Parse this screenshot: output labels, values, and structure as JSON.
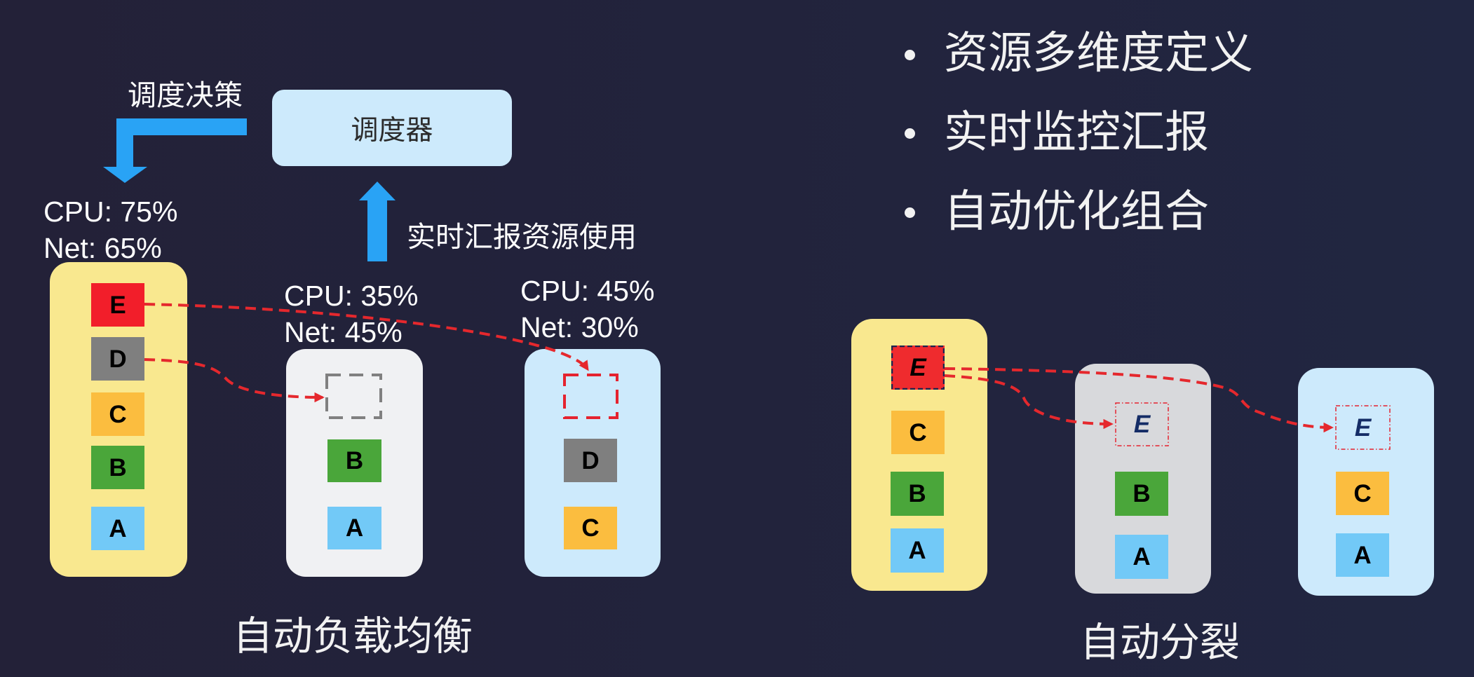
{
  "bullets": [
    {
      "text": "资源多维度定义"
    },
    {
      "text": "实时监控汇报"
    },
    {
      "text": "自动优化组合"
    }
  ],
  "load_balancing": {
    "title": "自动负载均衡",
    "scheduler": {
      "label": "调度器",
      "color": "#cdeafc"
    },
    "decision_label": "调度决策",
    "report_label": "实时汇报资源使用",
    "arrow_color": "#29a3f5",
    "migration_line_color": "#e5282d",
    "nodes": [
      {
        "cpu": "CPU: 75%",
        "net": "Net: 65%",
        "color": "#f9e88f",
        "items": [
          {
            "label": "E",
            "color": "#f21e2a"
          },
          {
            "label": "D",
            "color": "#7f7f7f"
          },
          {
            "label": "C",
            "color": "#fbbd3f"
          },
          {
            "label": "B",
            "color": "#4aa63a"
          },
          {
            "label": "A",
            "color": "#72c9f7"
          }
        ]
      },
      {
        "cpu": "CPU: 35%",
        "net": "Net: 45%",
        "color": "#f0f1f3",
        "items": [
          {
            "label": "",
            "placeholder": true,
            "border_color": "#808080"
          },
          {
            "label": "B",
            "color": "#4aa63a"
          },
          {
            "label": "A",
            "color": "#72c9f7"
          }
        ]
      },
      {
        "cpu": "CPU: 45%",
        "net": "Net: 30%",
        "color": "#cdeafc",
        "items": [
          {
            "label": "",
            "placeholder": true,
            "border_color": "#e5232f"
          },
          {
            "label": "D",
            "color": "#7f7f7f"
          },
          {
            "label": "C",
            "color": "#fbbd3f"
          }
        ]
      }
    ],
    "migrations": [
      {
        "item": "E",
        "from_node": 0,
        "to_node": 2
      },
      {
        "item": "D",
        "from_node": 0,
        "to_node": 1
      }
    ]
  },
  "auto_split": {
    "title": "自动分裂",
    "migration_line_color": "#e5282d",
    "nodes": [
      {
        "color": "#f9e88f",
        "items": [
          {
            "label": "E",
            "color": "#ef2b2e",
            "border_color": "#1b2450"
          },
          {
            "label": "C",
            "color": "#fbbd3f"
          },
          {
            "label": "B",
            "color": "#4aa63a"
          },
          {
            "label": "A",
            "color": "#72c9f7"
          }
        ]
      },
      {
        "color": "#d8d9dc",
        "items": [
          {
            "label": "E",
            "placeholder": true,
            "text_color": "#142c66",
            "border_color": "#e5232f"
          },
          {
            "label": "B",
            "color": "#4aa63a"
          },
          {
            "label": "A",
            "color": "#72c9f7"
          }
        ]
      },
      {
        "color": "#cdeafc",
        "items": [
          {
            "label": "E",
            "placeholder": true,
            "text_color": "#142c66",
            "border_color": "#e5232f"
          },
          {
            "label": "C",
            "color": "#fbbd3f"
          },
          {
            "label": "A",
            "color": "#72c9f7"
          }
        ]
      }
    ],
    "migrations": [
      {
        "item": "E",
        "from_node": 0,
        "to_node": 1
      },
      {
        "item": "E",
        "from_node": 0,
        "to_node": 2
      }
    ]
  }
}
